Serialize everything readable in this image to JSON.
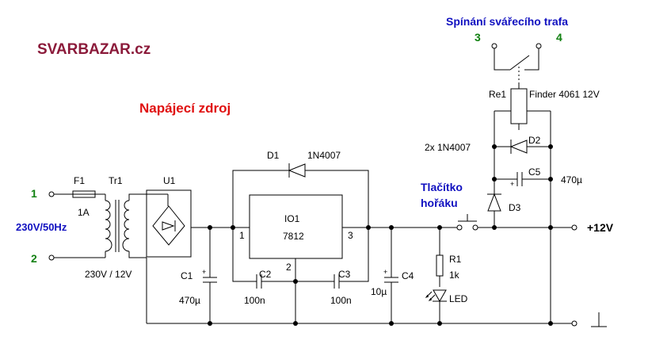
{
  "brand": "SVARBAZAR.cz",
  "heading": "Napájecí zdroj",
  "colors": {
    "brand": "#8b1a3a",
    "heading": "#e01010",
    "blue": "#1010c0",
    "green": "#108010",
    "wire": "#000000"
  },
  "relay_contacts": {
    "title": "Spínání svářecího trafa",
    "terminal_left": "3",
    "terminal_right": "4"
  },
  "input": {
    "terminal_1": "1",
    "terminal_2": "2",
    "voltage": "230V/50Hz"
  },
  "components": {
    "fuse_ref": "F1",
    "fuse_value": "1A",
    "transformer_ref": "Tr1",
    "transformer_value": "230V / 12V",
    "rectifier_ref": "U1",
    "c1_ref": "C1",
    "c1_value": "470µ",
    "d1_ref": "D1",
    "d1_value": "1N4007",
    "ic_ref": "IO1",
    "ic_value": "7812",
    "ic_pin1": "1",
    "ic_pin2": "2",
    "ic_pin3": "3",
    "c2_ref": "C2",
    "c2_value": "100n",
    "c3_ref": "C3",
    "c3_value": "100n",
    "c4_ref": "C4",
    "c4_value": "10µ",
    "r1_ref": "R1",
    "r1_value": "1k",
    "led_label": "LED",
    "relay_ref": "Re1",
    "relay_value": "Finder 4061 12V",
    "diodes_value": "2x 1N4007",
    "d2_ref": "D2",
    "d3_ref": "D3",
    "c5_ref": "C5",
    "c5_value": "470µ"
  },
  "button_label_line1": "Tlačítko",
  "button_label_line2": "hořáku",
  "output": {
    "plus": "+12V"
  }
}
